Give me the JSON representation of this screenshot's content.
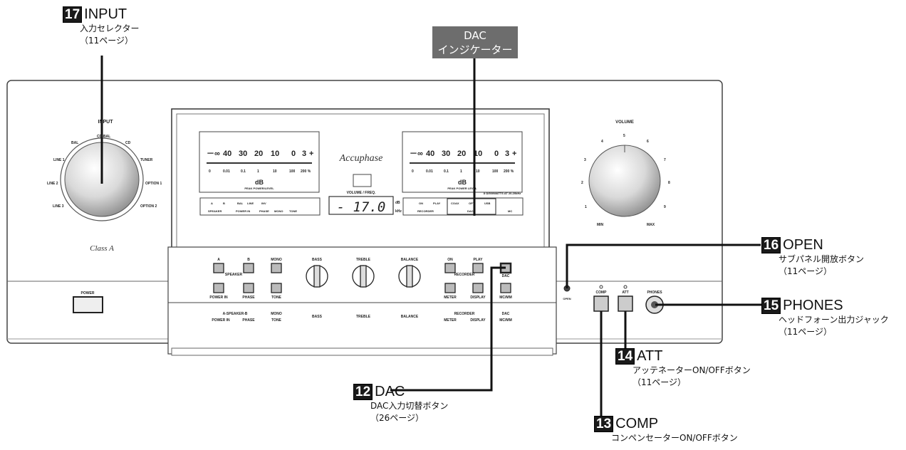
{
  "callouts": {
    "input": {
      "num": "17",
      "title": "INPUT",
      "sub1": "入力セレクター",
      "sub2": "（11ページ）"
    },
    "open": {
      "num": "16",
      "title": "OPEN",
      "sub1": "サブパネル開放ボタン",
      "sub2": "（11ページ）"
    },
    "phones": {
      "num": "15",
      "title": "PHONES",
      "sub1": "ヘッドフォーン出力ジャック",
      "sub2": "（11ページ）"
    },
    "att": {
      "num": "14",
      "title": "ATT",
      "sub1": "アッテネーターON/OFFボタン",
      "sub2": "（11ページ）"
    },
    "comp": {
      "num": "13",
      "title": "COMP",
      "sub1": "コンペンセーターON/OFFボタン"
    },
    "dac": {
      "num": "12",
      "title": "DAC",
      "sub1": "DAC入力切替ボタン",
      "sub2": "（26ページ）"
    }
  },
  "dac_indicator": {
    "line1": "DAC",
    "line2": "インジケーター"
  },
  "panel": {
    "input_knob_label": "INPUT",
    "input_positions": [
      "CD-BAL",
      "CD",
      "TUNER",
      "OPTION 1",
      "OPTION 2",
      "BAL",
      "LINE 1",
      "LINE 2",
      "LINE 3"
    ],
    "class_a": "Class A",
    "volume_label": "VOLUME",
    "volume_scale": [
      "MIN",
      "1",
      "2",
      "3",
      "4",
      "5",
      "6",
      "7",
      "8",
      "9",
      "MAX"
    ],
    "brand": "Accuphase",
    "meter_scale": [
      "－∞",
      "40",
      "30",
      "20",
      "10",
      "0",
      "3",
      "+"
    ],
    "meter_sub_scale": [
      "0",
      "0.01",
      "0.1",
      "1",
      "10",
      "100",
      "200 %"
    ],
    "meter_unit": "dB",
    "meter_left_caption": "PEAK POWER/LEVEL",
    "meter_right_caption": "PEAK POWER LEVEL",
    "volume_freq_label": "VOLUME / FREQ.",
    "display_value": "- 17.0",
    "display_units": [
      "dB",
      "kHz"
    ],
    "rating_text": "8 Ω/500WATTS AT 20-20kHz",
    "ind_left": [
      "A",
      "B",
      "BAL",
      "LINE",
      "INV",
      "MONO",
      "TONE"
    ],
    "ind_left_groups": [
      "SPEAKER",
      "POWER IN",
      "PHASE"
    ],
    "ind_right": [
      "ON",
      "PLAY",
      "COAX",
      "OPT",
      "USB",
      "MC"
    ],
    "ind_right_groups": [
      "RECORDER",
      "DAC"
    ],
    "power_label": "POWER",
    "open_label": "OPEN",
    "comp_label": "COMP",
    "att_label": "ATT",
    "phones_label": "PHONES",
    "sub_buttons": [
      "A",
      "B",
      "MONO",
      "POWER IN",
      "PHASE",
      "TONE",
      "ON",
      "PLAY",
      "DAC",
      "METER",
      "DISPLAY",
      "MC/MM"
    ],
    "sub_knobs": [
      "BASS",
      "TREBLE",
      "BALANCE"
    ],
    "speaker_group": "SPEAKER",
    "recorder_group": "RECORDER",
    "strip": [
      "A-SPEAKER-B",
      "POWER IN",
      "PHASE",
      "MONO",
      "TONE",
      "BASS",
      "TREBLE",
      "BALANCE",
      "RECORDER",
      "METER",
      "DISPLAY",
      "DAC",
      "MC/MM"
    ]
  }
}
